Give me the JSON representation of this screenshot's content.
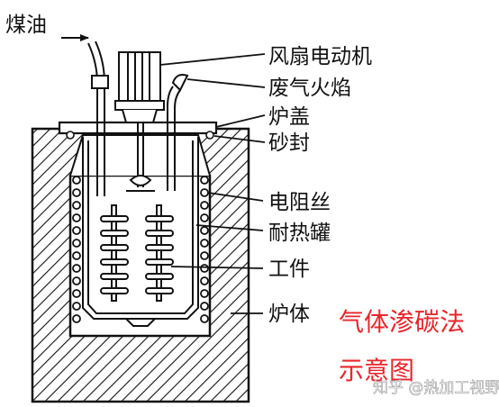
{
  "diagram": {
    "labels": {
      "kerosene": "煤油",
      "fan_motor": "风扇电动机",
      "exhaust_flame": "废气火焰",
      "furnace_lid": "炉盖",
      "sand_seal": "砂封",
      "resistance_wire": "电阻丝",
      "heat_resistant_tank": "耐热罐",
      "workpiece": "工件",
      "furnace_body": "炉体"
    },
    "title_line1": "气体渗碳法",
    "title_line2": "示意图",
    "watermark": "知乎 @热加工视野",
    "colors": {
      "title": "#e8262b",
      "line": "#111111"
    }
  }
}
